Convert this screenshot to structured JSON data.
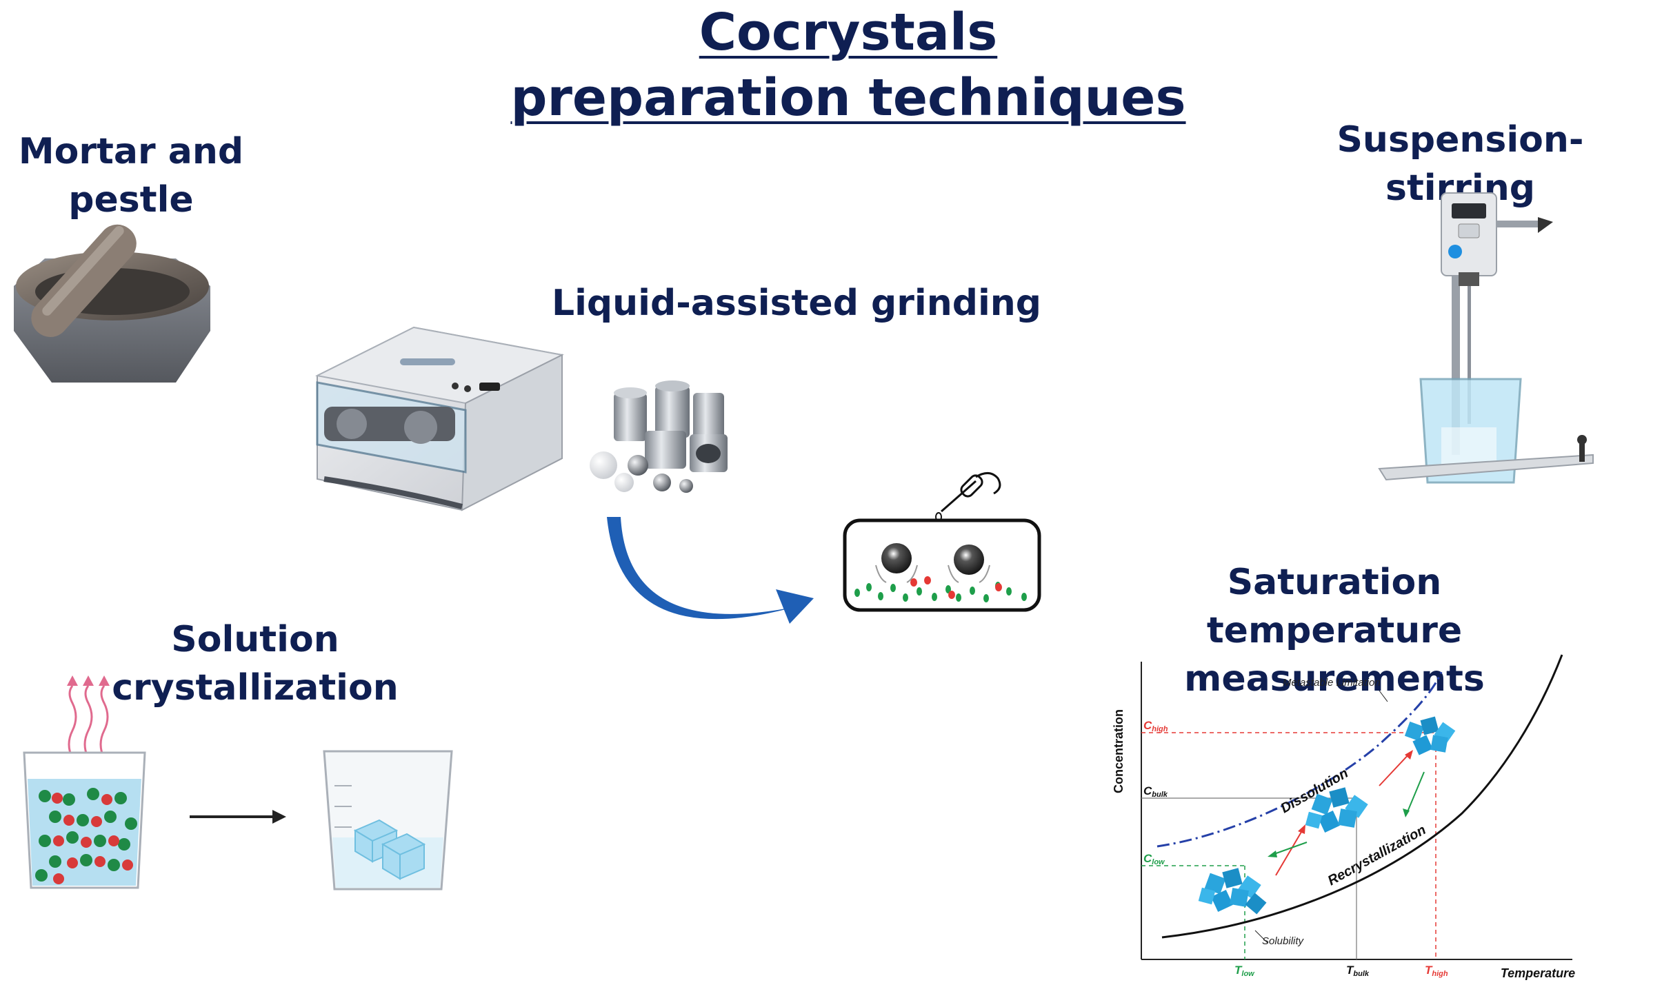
{
  "title": {
    "line1": "Cocrystals",
    "line2": "preparation techniques"
  },
  "sections": {
    "mortar_pestle": {
      "line1": "Mortar and",
      "line2": "pestle"
    },
    "liquid_assisted_grinding": {
      "label": "Liquid-assisted grinding"
    },
    "suspension_stirring": {
      "label": "Suspension-stirring"
    },
    "solution_crystallization": {
      "line1": "Solution",
      "line2": "crystallization"
    },
    "saturation_temperature": {
      "line1": "Saturation temperature",
      "line2": "measurements"
    }
  },
  "solubility_plot": {
    "ylabel": "Concentration",
    "xlabel": "Temperature",
    "curve_labels": {
      "metastable": "Metastable Limitation",
      "solubility": "Solubility",
      "dissolution": "Dissolution",
      "recrystallization": "Recrystallization"
    },
    "y_ticks": [
      {
        "letter": "C",
        "sub": "high",
        "color": "#e53935"
      },
      {
        "letter": "C",
        "sub": "bulk",
        "color": "#111111"
      },
      {
        "letter": "C",
        "sub": "low",
        "color": "#1e9e4a"
      }
    ],
    "x_ticks": [
      {
        "letter": "T",
        "sub": "low",
        "color": "#1e9e4a"
      },
      {
        "letter": "T",
        "sub": "bulk",
        "color": "#111111"
      },
      {
        "letter": "T",
        "sub": "high",
        "color": "#e53935"
      }
    ]
  },
  "colors": {
    "title_navy": "#0f1f52",
    "arrow_blue": "#1f5fb5",
    "crystal_blue": "#2aa5dd",
    "red": "#e53935",
    "green": "#1e9e4a"
  }
}
